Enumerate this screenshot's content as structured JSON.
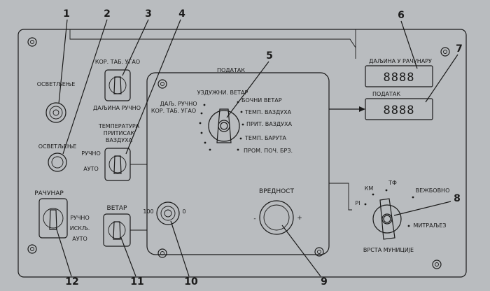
{
  "callouts": [
    "1",
    "2",
    "3",
    "4",
    "5",
    "6",
    "7",
    "8",
    "9",
    "10",
    "11",
    "12"
  ],
  "panel": {
    "lighting_label_1": "ОСВЕТЉЕЊЕ",
    "lighting_label_2": "ОСВЕТЉЕЊЕ",
    "switch3": {
      "top": "КОР. ТАБ. УГАО",
      "bottom": "ДАЉИНА РУЧНО"
    },
    "switch4": {
      "title_lines": [
        "ТЕМПЕРАТУРА",
        "ПРИТИСАК",
        "ВАЗДУХА"
      ],
      "left_top": "РУЧНО",
      "left_bottom": "АУТО"
    },
    "switch12": {
      "title": "РАЧУНАР",
      "positions": [
        "РУЧНО",
        "ИСКЉ.",
        "АУТО"
      ]
    },
    "switch11": {
      "title": "ВЕТАР"
    },
    "knob10": {
      "left": "100",
      "right": "0"
    },
    "data_selector": {
      "title": "ПОДАТАК",
      "left_positions": [
        "ДАЉ. РУЧНО",
        "КОР. ТАБ. УГАО"
      ],
      "top_position": "УЗДУЖНИ. ВЕТАР",
      "right_positions": [
        "БОЧНИ ВЕТАР",
        "ТЕМП. ВАЗДУХА",
        "ПРИТ. ВАЗДУХА",
        "ТЕМП. БАРУТА",
        "ПРОМ. ПОЧ. БРЗ."
      ]
    },
    "value_knob": {
      "title": "ВРЕДНОСТ",
      "minus": "-",
      "plus": "+"
    },
    "distance_display": {
      "label": "ДАЉИНА У РАЧУНАРУ",
      "digits": "8888"
    },
    "data_display": {
      "label": "ПОДАТАК",
      "digits": "8888"
    },
    "ammo_selector": {
      "title": "ВРСТА МУНИЦИЈЕ",
      "positions": [
        "PI",
        "КМ",
        "ТФ",
        "ВЕЖБОВНО",
        "МИТРАЉЕЗ"
      ]
    }
  }
}
